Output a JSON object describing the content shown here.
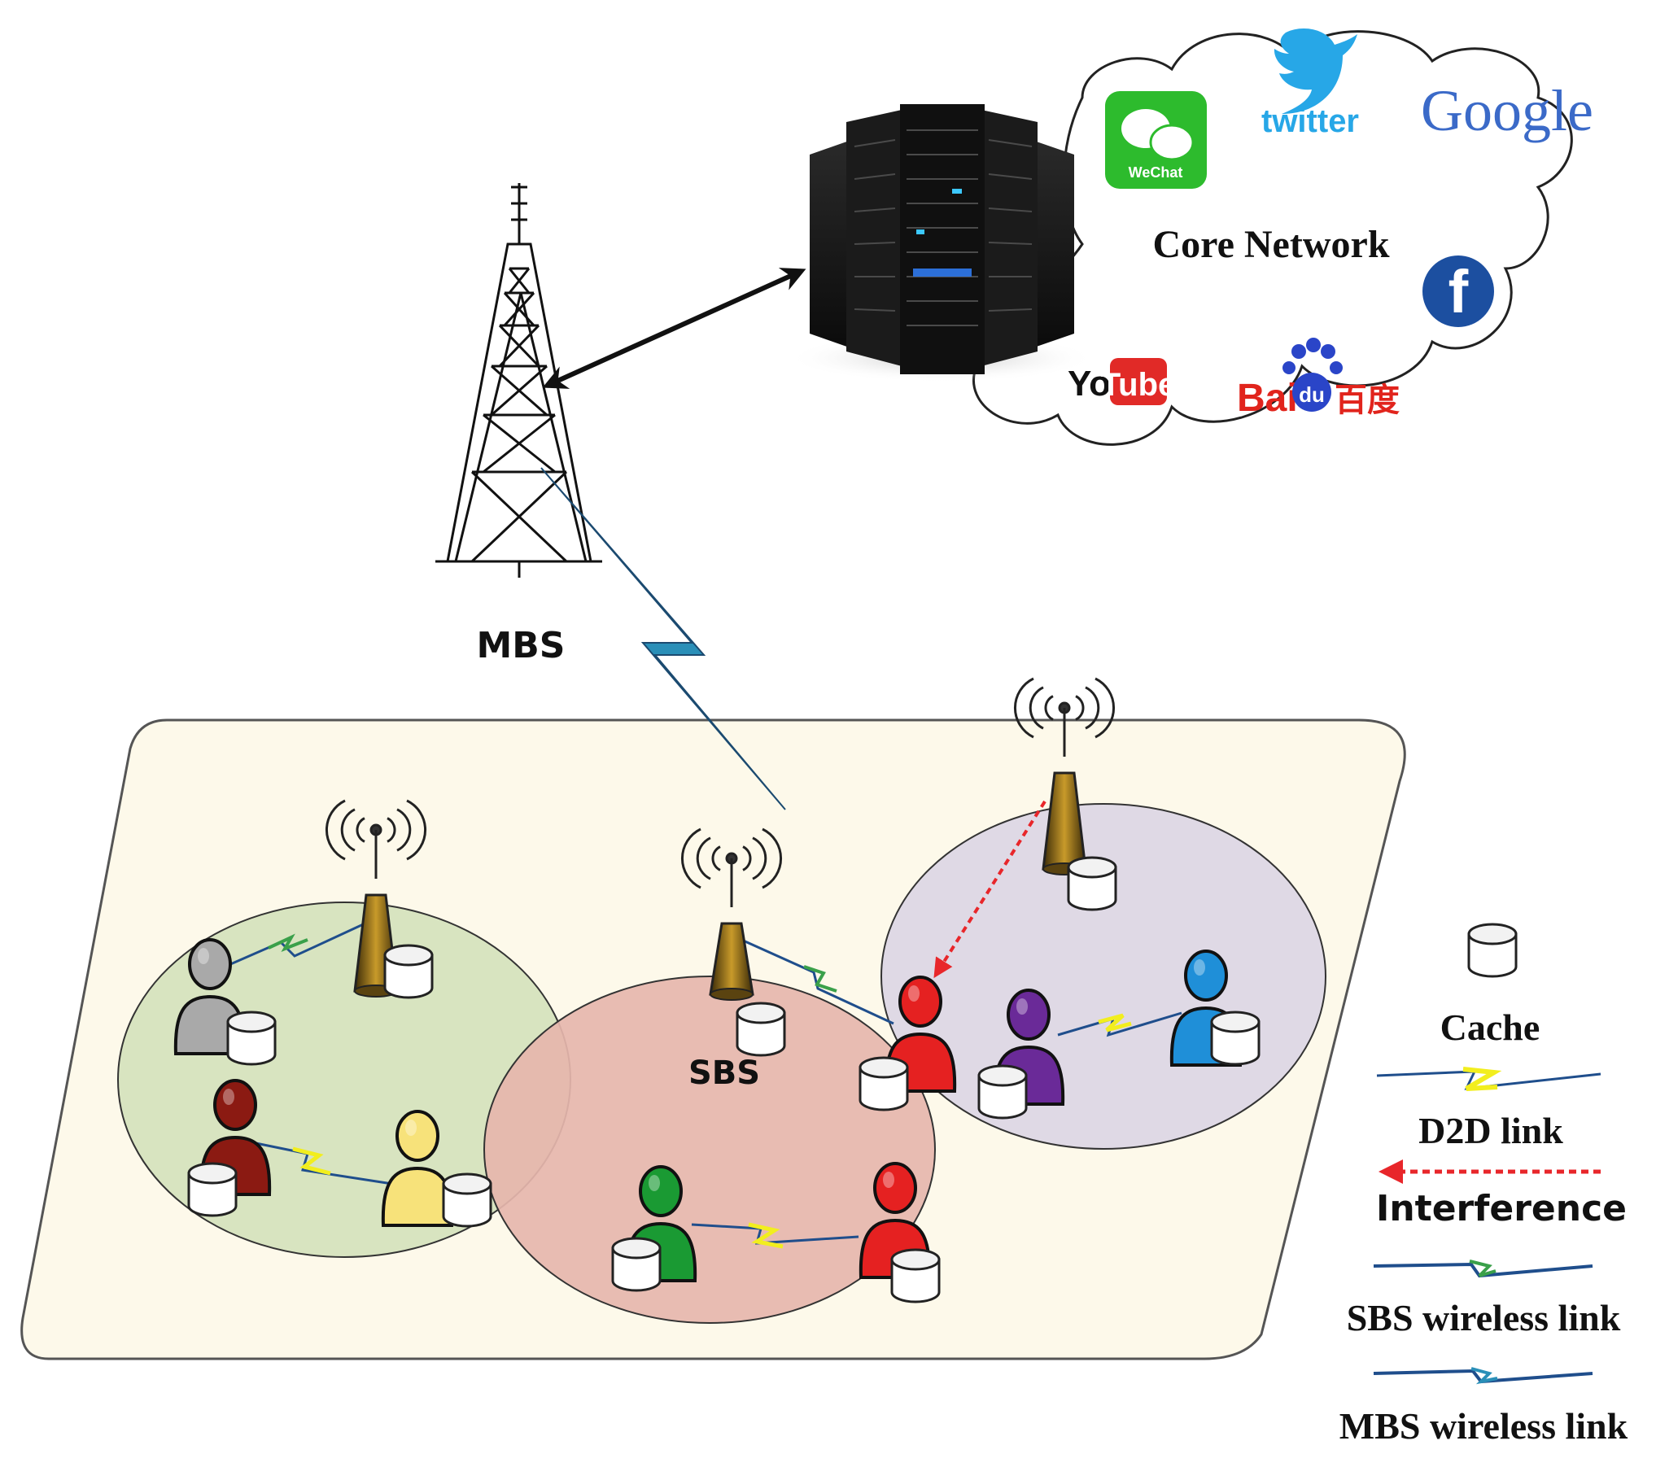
{
  "labels": {
    "mbs": "MBS",
    "sbs": "SBS",
    "core_network": "Core Network"
  },
  "logos": {
    "wechat": "WeChat",
    "twitter": "twitter",
    "google": "Google",
    "facebook": "f",
    "youtube_you": "You",
    "youtube_tube": "Tube",
    "baidu_bai": "Bai",
    "baidu_du": "du",
    "baidu_cn": "百度"
  },
  "legend": {
    "cache": "Cache",
    "d2d": "D2D link",
    "interference": "Interference",
    "sbs_link": "SBS wireless link",
    "mbs_link": "MBS wireless link"
  },
  "colors": {
    "plane_fill": "#fdf9ea",
    "cell_left": "#d5e2bc",
    "cell_center": "#e6b6ac",
    "cell_right": "#dcd6e4",
    "link_blue": "#1f4e8c",
    "d2d_yellow": "#f2ee1e",
    "sbs_green": "#3aa04a",
    "mbs_teal": "#2a8fb8",
    "interference_red": "#e8262a",
    "user_gray": "#a9a9a9",
    "user_darkred": "#8b1a12",
    "user_yellow": "#f7e27a",
    "user_red": "#e52121",
    "user_green": "#1a9a33",
    "user_purple": "#6a2a98",
    "user_blue": "#1f8fd8"
  },
  "icons": [
    "server-rack-icon",
    "tower-icon",
    "antenna-icon",
    "person-icon",
    "cache-cylinder-icon",
    "cloud-icon"
  ]
}
